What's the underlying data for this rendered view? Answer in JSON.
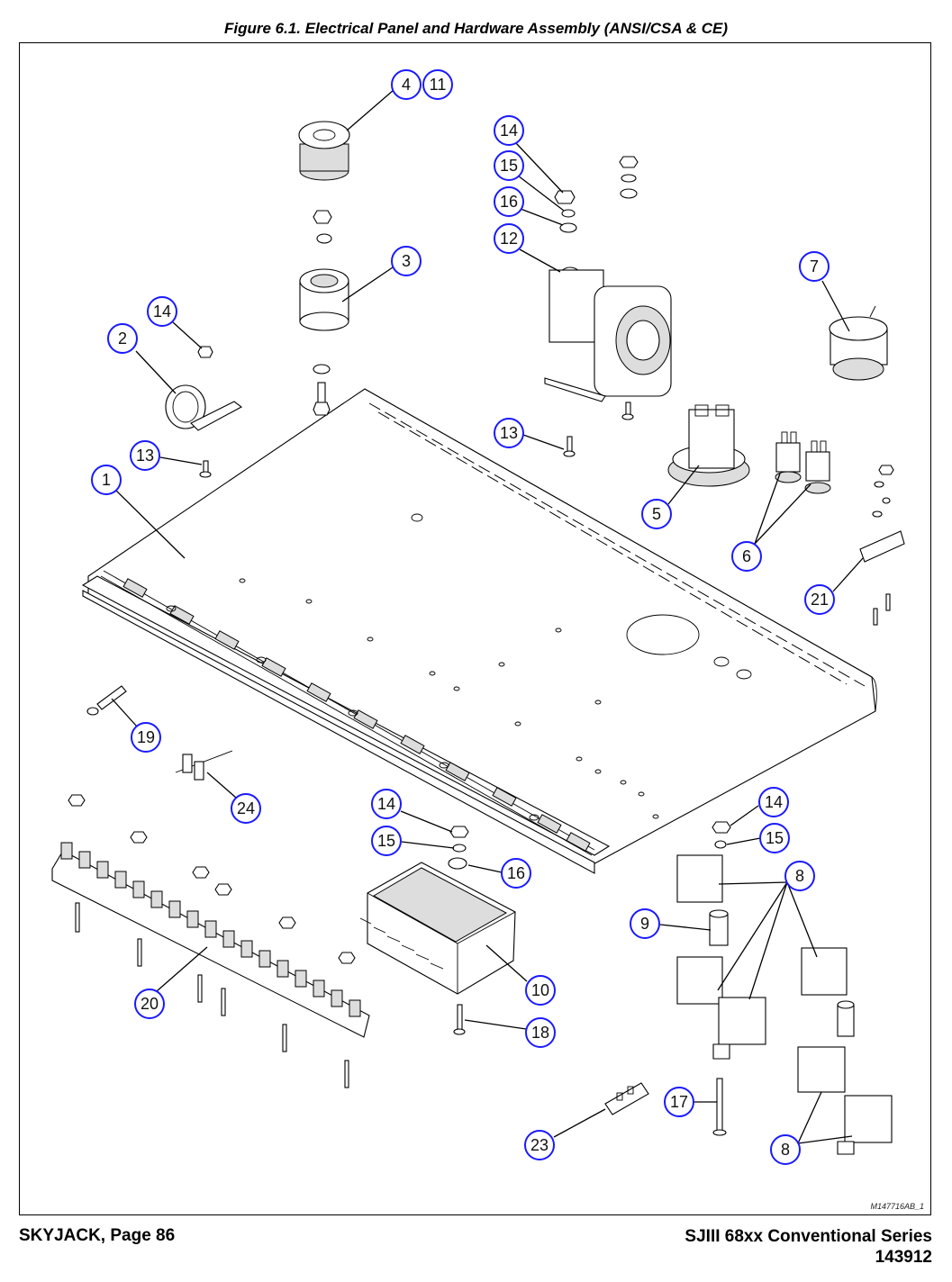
{
  "figure": {
    "title": "Figure 6.1.  Electrical Panel and Hardware Assembly (ANSI/CSA & CE)",
    "drawing_id": "M147716AB_1"
  },
  "callouts": [
    "4",
    "11",
    "14",
    "15",
    "16",
    "12",
    "3",
    "7",
    "14",
    "2",
    "13",
    "1",
    "13",
    "5",
    "6",
    "21",
    "19",
    "24",
    "14",
    "15",
    "16",
    "14",
    "15",
    "8",
    "9",
    "10",
    "20",
    "18",
    "17",
    "23",
    "8"
  ],
  "footer": {
    "left": "SKYJACK, Page 86",
    "right_line1": "SJIII 68xx Conventional Series",
    "right_line2": "143912"
  }
}
